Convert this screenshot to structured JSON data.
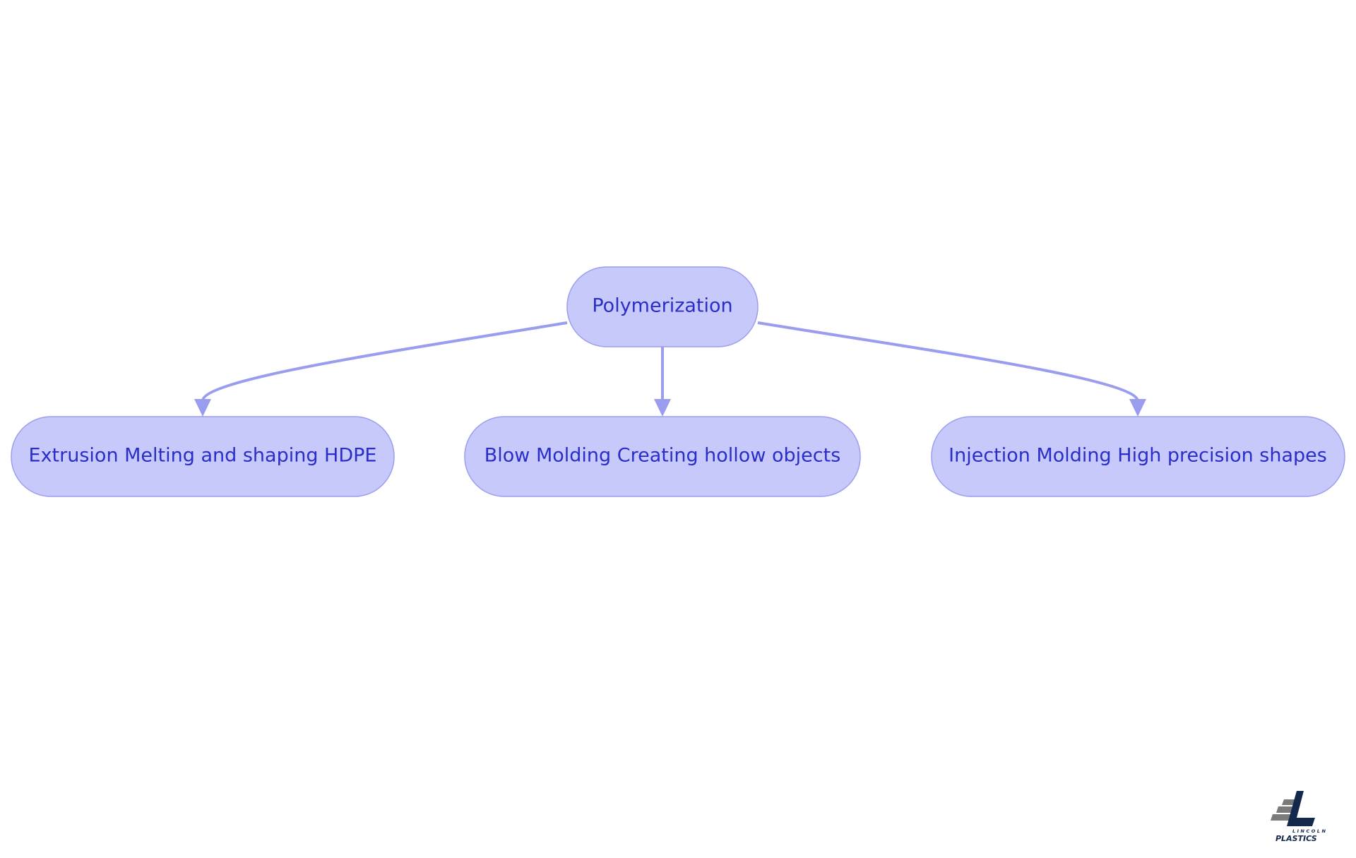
{
  "diagram": {
    "nodes": {
      "root": {
        "label": "Polymerization"
      },
      "extrusion": {
        "label": "Extrusion Melting and shaping HDPE"
      },
      "blow": {
        "label": "Blow Molding Creating hollow objects"
      },
      "injection": {
        "label": "Injection Molding High precision shapes"
      }
    },
    "colors": {
      "node_fill": "#c8c9fb",
      "node_stroke": "#9b9eec",
      "label_text": "#2a2ec9",
      "edge": "#9a9ded"
    }
  },
  "logo": {
    "line1": "LINCOLN",
    "line2": "PLASTICS",
    "colors": {
      "navy": "#13294b",
      "gray": "#7a7a7a"
    }
  }
}
